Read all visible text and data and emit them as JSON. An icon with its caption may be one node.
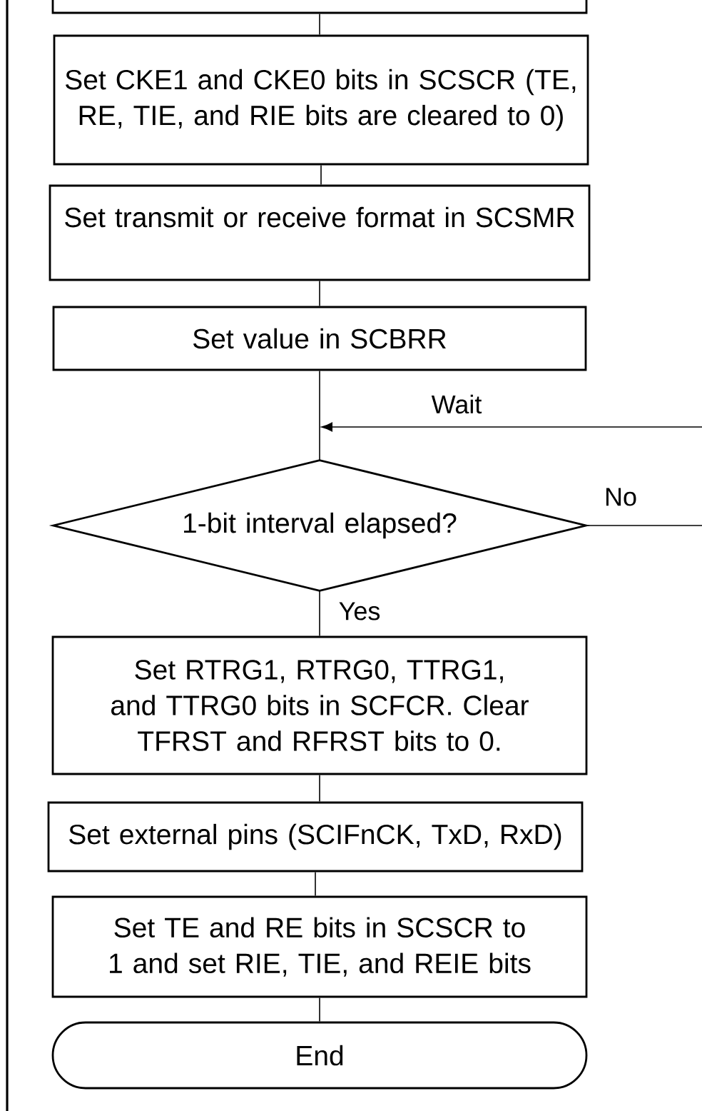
{
  "diagram": {
    "nodes": [
      {
        "text": [],
        "shape": "box"
      },
      {
        "text": [
          "Set CKE1 and CKE0 bits in SCSCR (TE, RE, TIE, and RIE bits are cleared to 0)"
        ]
      },
      {
        "text": [
          "Set transmit or receive format in SCSMR"
        ]
      },
      {
        "text": [
          "Set value in SCBRR"
        ]
      },
      {
        "text": [
          "1-bit interval elapsed?"
        ]
      },
      {
        "text": [
          "Set RTRG1, RTRG0, TTRG1, and TTRG0 bits in SCFCR. Clear TFRST and RFRST bits to 0."
        ]
      },
      {
        "text": [
          "Set external pins (SCIFnCK, TxD, RxD)"
        ]
      },
      {
        "text": [
          "Set TE and RE bits in SCSCR to 1 and set RIE, TIE, and REIE bits"
        ]
      },
      {
        "text": [
          "End"
        ]
      }
    ],
    "edges": [
      {
        "from": 0,
        "to": 1,
        "arrow": "none"
      },
      {
        "from": 1,
        "to": 2,
        "arrow": "none"
      },
      {
        "from": 2,
        "to": 3,
        "arrow": "none"
      },
      {
        "from": 3,
        "to": 4,
        "arrow": "none"
      },
      {
        "from": null,
        "to": 4,
        "arrow": "to",
        "label": "Wait"
      },
      {
        "from": 4,
        "to": null,
        "arrow": "none",
        "label": "No"
      },
      {
        "from": 4,
        "to": 5,
        "arrow": "none",
        "label": "Yes"
      },
      {
        "from": 5,
        "to": 6,
        "arrow": "none"
      },
      {
        "from": 6,
        "to": 7,
        "arrow": "none"
      },
      {
        "from": 7,
        "to": 8,
        "arrow": "none"
      }
    ]
  }
}
